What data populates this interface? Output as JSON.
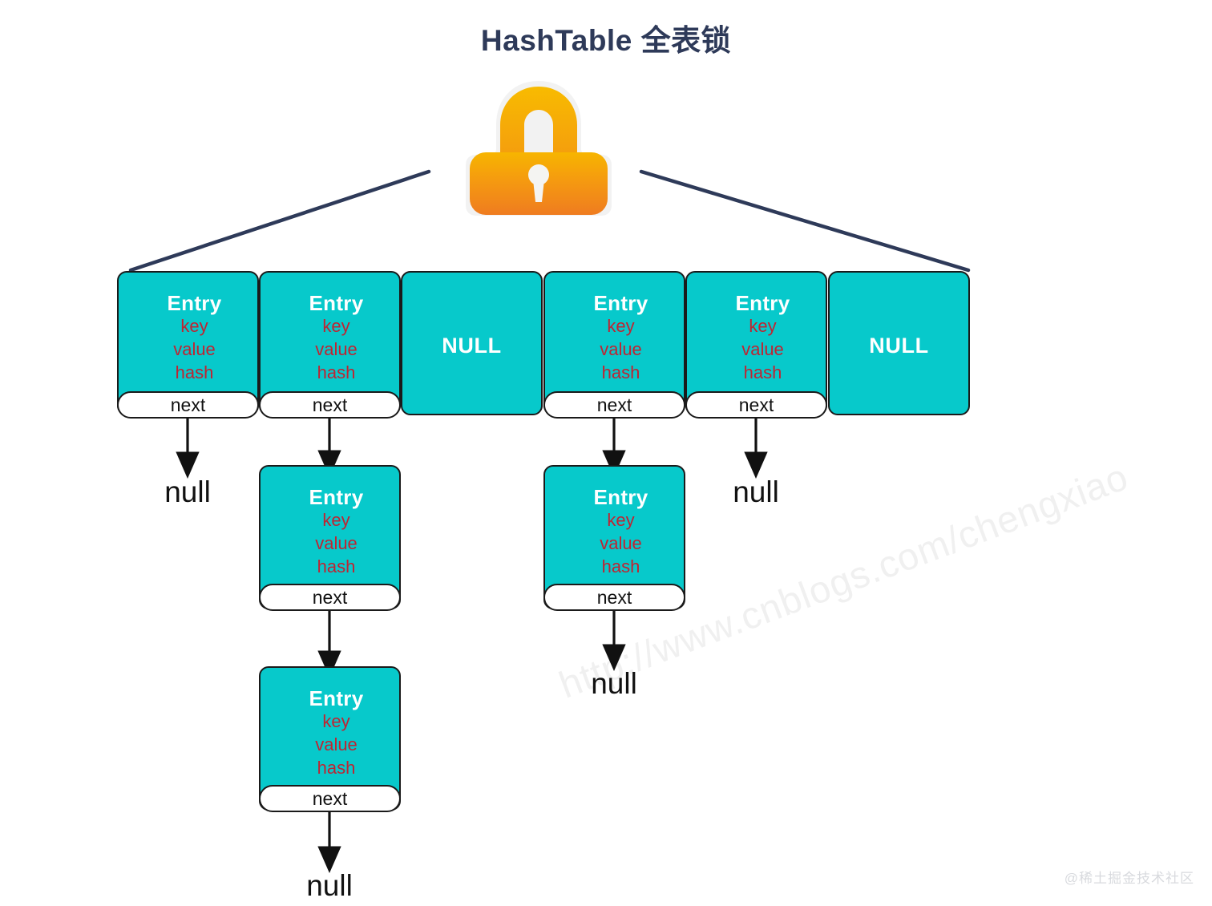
{
  "title": "HashTable 全表锁",
  "colors": {
    "title": "#2e3a59",
    "entry_fill": "#07c9cb",
    "entry_border": "#1a1a1a",
    "field_text": "#bf2432",
    "lock_top": "#f5a800",
    "lock_bottom": "#f07f20",
    "line": "#2e3a59"
  },
  "lock": {
    "icon": "padlock-icon",
    "label": "lock"
  },
  "labels": {
    "entry": "Entry",
    "key": "key",
    "value": "value",
    "hash": "hash",
    "next": "next",
    "null_upper": "NULL",
    "null_lower": "null"
  },
  "buckets": [
    {
      "index": 0,
      "type": "entry",
      "title": "Entry",
      "fields": [
        "key",
        "value",
        "hash"
      ],
      "next_label": "next",
      "next_target": "null"
    },
    {
      "index": 1,
      "type": "entry",
      "title": "Entry",
      "fields": [
        "key",
        "value",
        "hash"
      ],
      "next_label": "next",
      "next_target": "entry"
    },
    {
      "index": 2,
      "type": "null",
      "title": "NULL",
      "fields": [],
      "next_label": null,
      "next_target": null
    },
    {
      "index": 3,
      "type": "entry",
      "title": "Entry",
      "fields": [
        "key",
        "value",
        "hash"
      ],
      "next_label": "next",
      "next_target": "entry"
    },
    {
      "index": 4,
      "type": "entry",
      "title": "Entry",
      "fields": [
        "key",
        "value",
        "hash"
      ],
      "next_label": "next",
      "next_target": "null"
    },
    {
      "index": 5,
      "type": "null",
      "title": "NULL",
      "fields": [],
      "next_label": null,
      "next_target": null
    }
  ],
  "chains": [
    {
      "bucket_index": 1,
      "nodes": [
        {
          "level": 1,
          "title": "Entry",
          "fields": [
            "key",
            "value",
            "hash"
          ],
          "next_label": "next",
          "next_target": "entry"
        },
        {
          "level": 2,
          "title": "Entry",
          "fields": [
            "key",
            "value",
            "hash"
          ],
          "next_label": "next",
          "next_target": "null"
        }
      ],
      "terminator": "null"
    },
    {
      "bucket_index": 3,
      "nodes": [
        {
          "level": 1,
          "title": "Entry",
          "fields": [
            "key",
            "value",
            "hash"
          ],
          "next_label": "next",
          "next_target": "null"
        }
      ],
      "terminator": "null"
    }
  ],
  "terminators": [
    {
      "id": "t0",
      "text": "null"
    },
    {
      "id": "t4",
      "text": "null"
    },
    {
      "id": "t-chain-b3",
      "text": "null"
    },
    {
      "id": "t-chain-b1",
      "text": "null"
    }
  ],
  "watermarks": {
    "diagonal": "http://www.cnblogs.com/chengxiao",
    "corner": "@稀土掘金技术社区"
  }
}
